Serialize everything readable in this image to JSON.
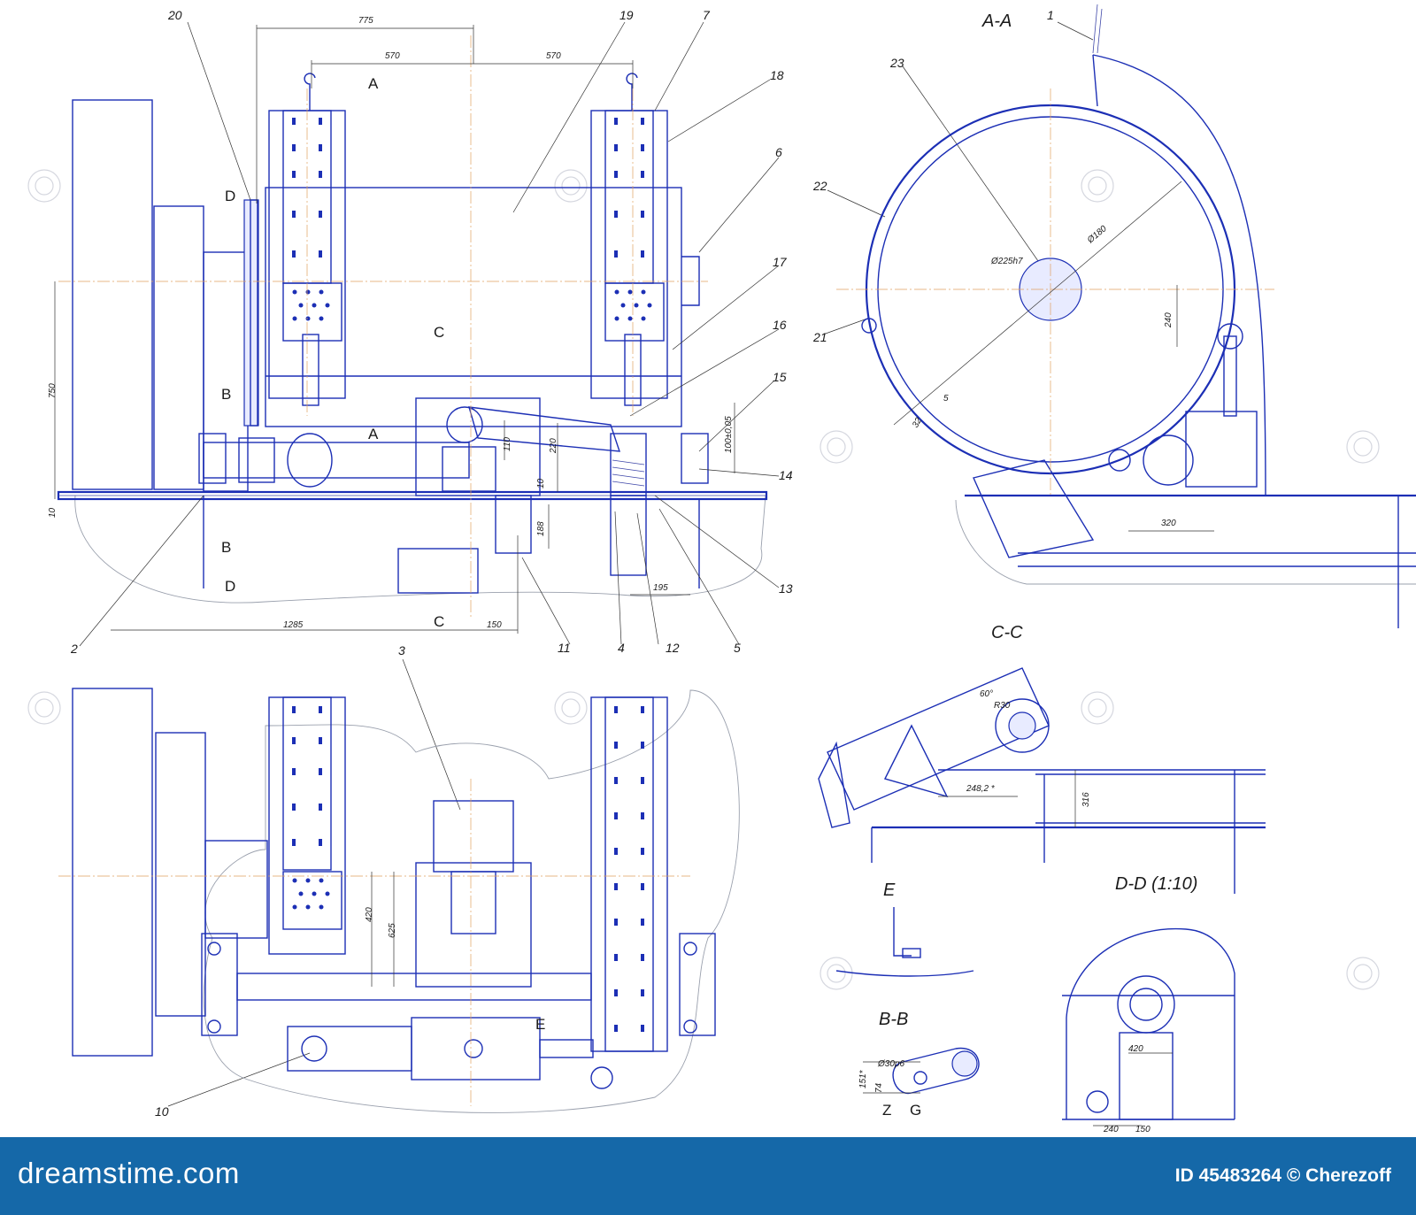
{
  "callouts": {
    "n1": "1",
    "n2": "2",
    "n3": "3",
    "n4": "4",
    "n5": "5",
    "n6": "6",
    "n7": "7",
    "n10": "10",
    "n11": "11",
    "n12": "12",
    "n13": "13",
    "n14": "14",
    "n15": "15",
    "n16": "16",
    "n17": "17",
    "n18": "18",
    "n19": "19",
    "n20": "20",
    "n21": "21",
    "n22": "22",
    "n23": "23"
  },
  "section_titles": {
    "aa": "A-A",
    "cc": "C-C",
    "dd": "D-D (1:10)",
    "bb": "B-B",
    "e_view": "E"
  },
  "section_marks": {
    "a": "A",
    "b": "B",
    "c": "C",
    "d": "D",
    "e": "E"
  },
  "dimensions": {
    "d775": "775",
    "d570": "570",
    "d750": "750",
    "d10": "10",
    "d1285": "1285",
    "d150": "150",
    "d110": "110",
    "d220": "220",
    "d10b": "10",
    "d188": "188",
    "d195": "195",
    "d100": "100±0,05",
    "aa_bore": "Ø225h7",
    "aa_dia": "Ø180",
    "aa_240": "240",
    "aa_32": "32",
    "aa_5": "5",
    "aa_320": "320",
    "cc_60": "60°",
    "cc_r30": "R30",
    "cc_248": "248,2 *",
    "cc_316": "316",
    "top_420": "420",
    "top_625": "625",
    "bb_30": "Ø30p6",
    "bb_151": "151*",
    "bb_74": "74",
    "bb_z": "Z",
    "bb_g": "G",
    "dd_420": "420",
    "dd_240": "240",
    "dd_150": "150"
  },
  "footer": {
    "brand": "dreamstime.com",
    "stock_id": "ID 45483264 © Cherezoff"
  },
  "colors": {
    "line": "#1c2fb5",
    "footer_bg": "#1568a8",
    "centerline": "#e0a060"
  }
}
